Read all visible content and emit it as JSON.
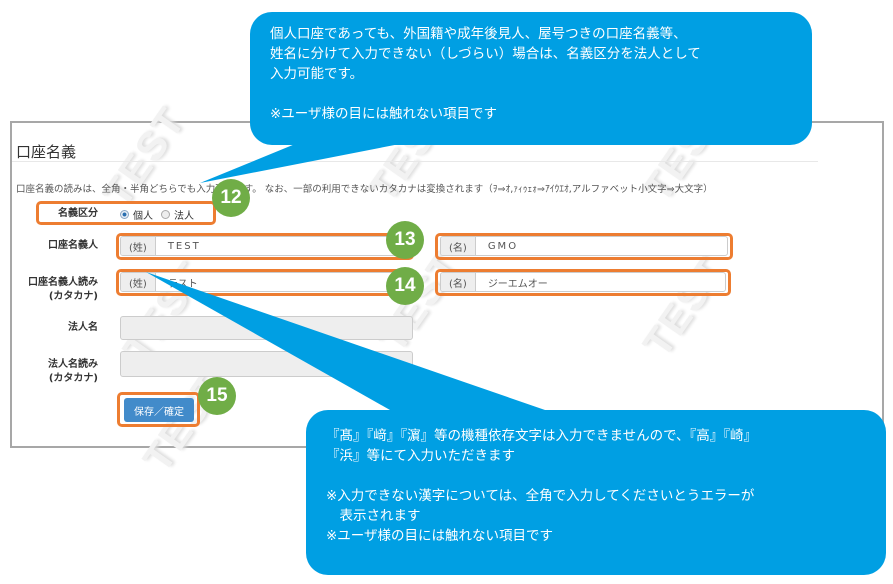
{
  "form": {
    "section_title": "口座名義",
    "help_text": "口座名義の読みは、全角・半角どちらでも入力可能です。 なお、一部の利用できないカタカナは変換されます（ｦ⇒ｵ,ｧｨｩｪｫ⇒ｱｲｳｴｵ,アルファベット小文字⇒大文字）",
    "watermark": "TEST",
    "name_type": {
      "label": "名義区分",
      "options": [
        {
          "label": "個人",
          "checked": true
        },
        {
          "label": "法人",
          "checked": false
        }
      ]
    },
    "account_holder": {
      "label": "口座名義人",
      "last_addon": "(姓)",
      "last_value": "TEST",
      "first_addon": "(名)",
      "first_value": "GMO"
    },
    "account_holder_kana": {
      "label_line1": "口座名義人読み",
      "label_line2": "(カタカナ)",
      "last_addon": "(姓)",
      "last_value": "テスト",
      "first_addon": "(名)",
      "first_value": "ジーエムオー"
    },
    "corporate_name": {
      "label": "法人名",
      "value": ""
    },
    "corporate_name_kana": {
      "label_line1": "法人名読み",
      "label_line2": "(カタカナ)",
      "value": ""
    },
    "save_button": "保存／確定"
  },
  "annotations": {
    "badges": [
      "12",
      "13",
      "14",
      "15"
    ],
    "highlight_color": "#ed7d31",
    "badge_color": "#70ad47",
    "callout_color": "#009fe3",
    "callout_top": "個人口座であっても、外国籍や成年後見人、屋号つきの口座名義等、\n姓名に分けて入力できない（しづらい）場合は、名義区分を法人として\n入力可能です。\n\n※ユーザ様の目には触れない項目です",
    "callout_bottom": "『髙』『﨑』『濵』等の機種依存文字は入力できませんので、『高』『崎』\n『浜』等にて入力いただきます\n\n※入力できない漢字については、全角で入力してくださいとうエラーが\n　表示されます\n※ユーザ様の目には触れない項目です"
  }
}
